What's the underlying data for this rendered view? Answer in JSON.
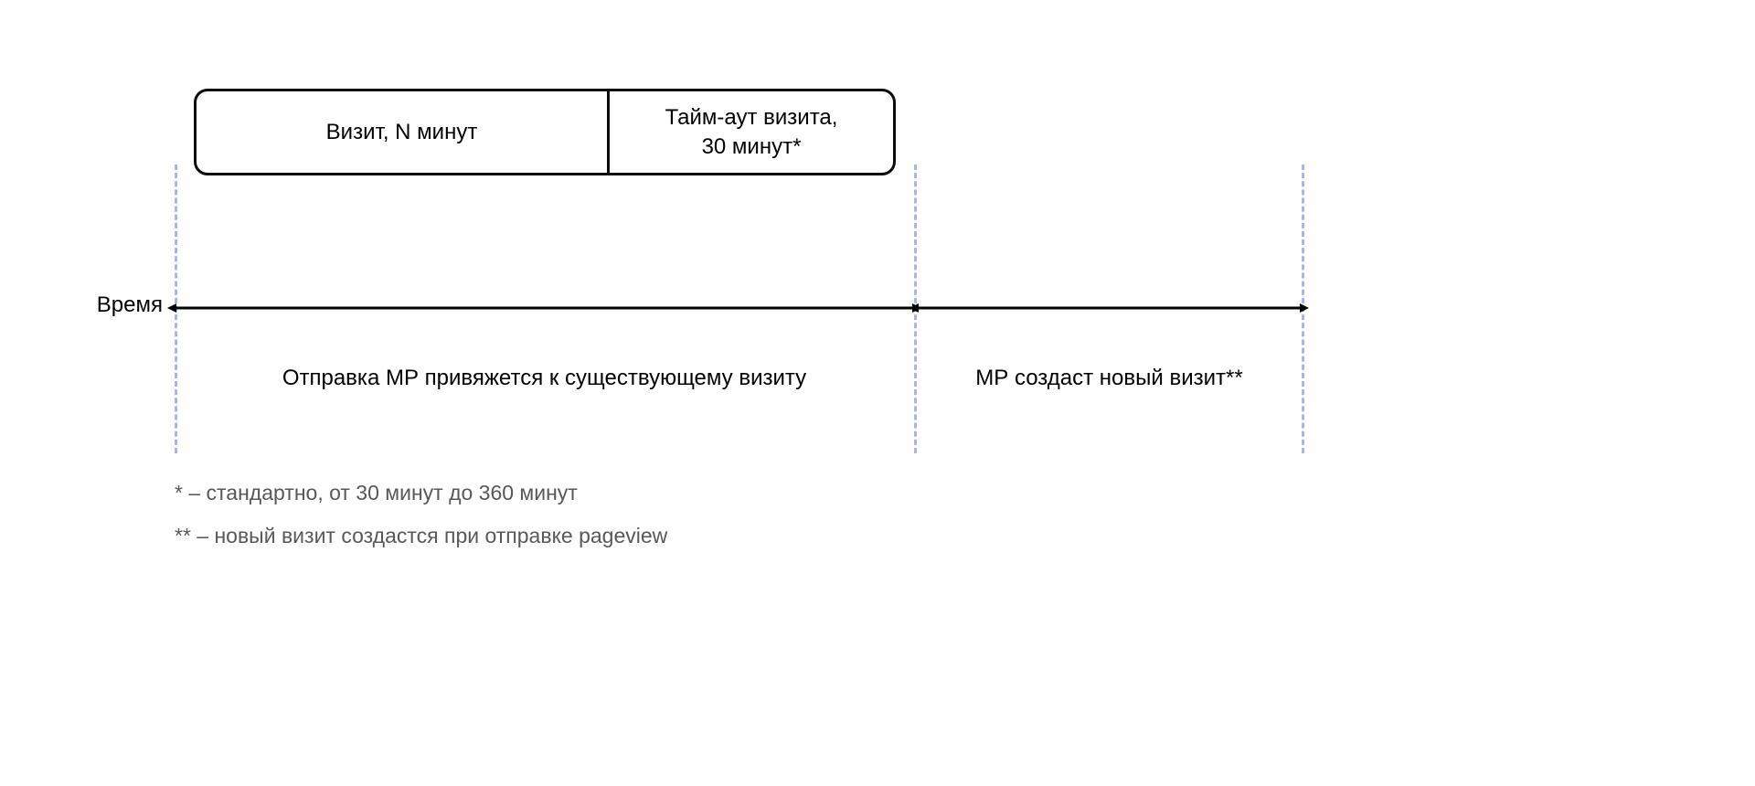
{
  "diagram": {
    "bar": {
      "visit_label": "Визит, N минут",
      "timeout_label": "Тайм-аут визита,\n30 минут*"
    },
    "axis": {
      "label": "Время"
    },
    "segments": [
      {
        "key": "existing",
        "caption": "Отправка МР привяжется к существующему визиту"
      },
      {
        "key": "new",
        "caption": "МР создаст новый визит**"
      }
    ],
    "footnotes": [
      "* – стандартно, от 30 минут до 360 минут",
      "** – новый визит создастся при отправке pageview"
    ],
    "colors": {
      "guide_line": "#aab2f2",
      "bar_border": "#0c0c0c",
      "text": "#000000",
      "footnote_text": "#585858",
      "background": "#ffffff",
      "arrow": "#000000"
    }
  }
}
